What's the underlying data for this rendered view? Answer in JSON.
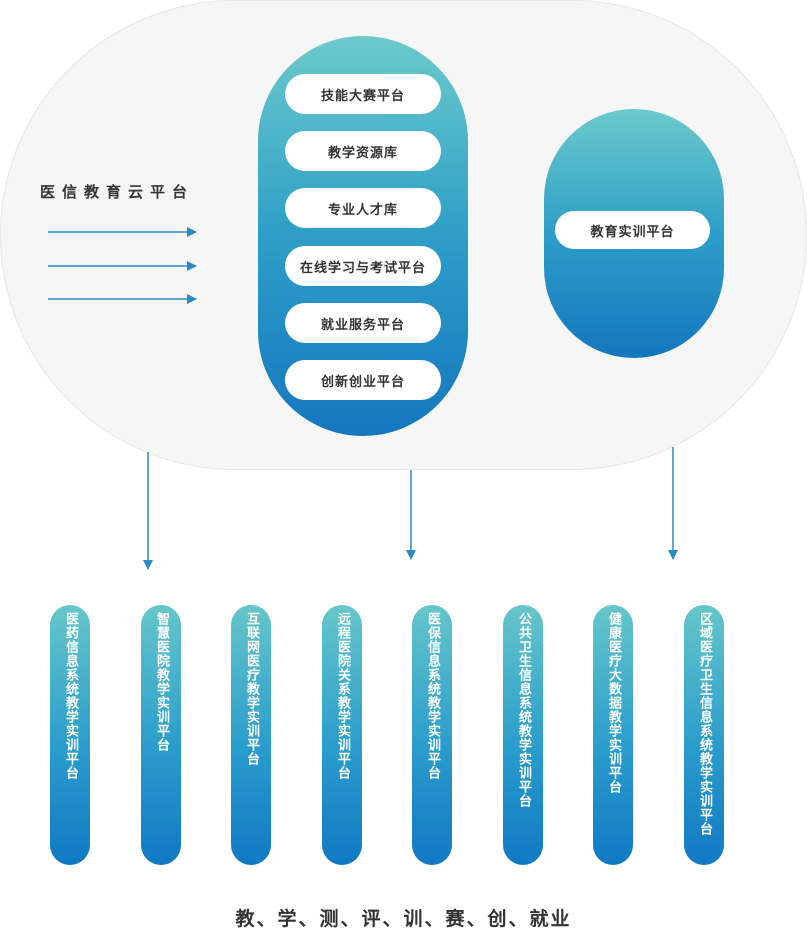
{
  "cloud": {
    "title": "医信教育云平台"
  },
  "main_column": {
    "items": [
      "技能大赛平台",
      "教学资源库",
      "专业人才库",
      "在线学习与考试平台",
      "就业服务平台",
      "创新创业平台"
    ]
  },
  "side_column": {
    "item": "教育实训平台"
  },
  "bars": [
    "医药信息系统教学实训平台",
    "智慧医院教学实训平台",
    "互联网医疗教学实训平台",
    "远程医院关系教学实训平台",
    "医保信息系统教学实训平台",
    "公共卫生信息系统教学实训平台",
    "健康医疗大数据教学实训平台",
    "区域医疗卫生信息系统教学实训平台"
  ],
  "footer": "教、学、测、评、训、赛、创、就业",
  "colors": {
    "gradient_top": "#6ccacb",
    "gradient_bottom": "#1477bf",
    "arrow": "#2a8bc4",
    "cloud_bg": "#f6f6f6"
  }
}
